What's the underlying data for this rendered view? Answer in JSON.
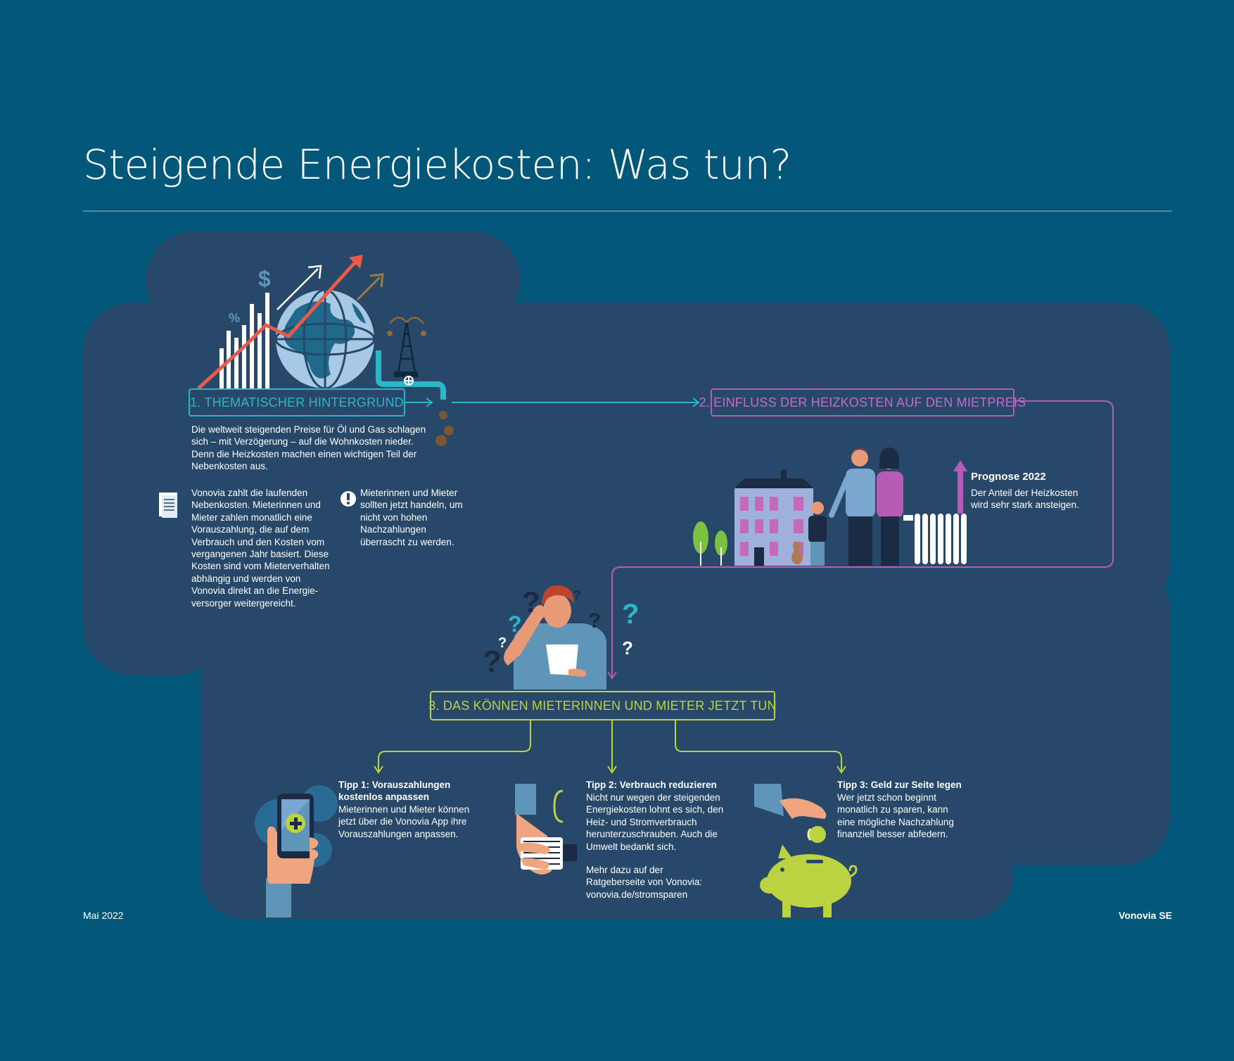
{
  "title": "Steigende Energiekosten: Was tun?",
  "colors": {
    "background": "#03587a",
    "panel": "#274869",
    "cyan": "#2bb7c8",
    "magenta": "#b65bb6",
    "lime": "#bcd341"
  },
  "section1": {
    "label": "1. THEMATISCHER HINTERGRUND",
    "intro": "Die weltweit steigenden Preise für Öl und Gas schlagen sich – mit Verzögerung – auf die Wohnkosten nieder. Denn die Heizkosten machen einen wichtigen Teil der Nebenkosten aus.",
    "note_left": "Vonovia zahlt die laufenden Nebenkosten. Mieterinnen und Mieter zahlen monatlich eine Vorauszahlung, die auf dem Verbrauch und den Kosten vom vergangenen Jahr basiert. Diese Kosten sind vom Mieterverhal­ten abhängig und werden von Vonovia direkt an die Energie­versorger weitergereicht.",
    "note_right": "Mieterinnen und Mieter sollten jetzt handeln, um nicht von hohen Nachzahlungen überrascht zu werden.",
    "dollar": "$",
    "percent": "%"
  },
  "section2": {
    "label": "2. EINFLUSS DER HEIZKOSTEN AUF DEN MIETPREIS",
    "forecast_title": "Prognose 2022",
    "forecast_text": "Der Anteil der Heizkosten wird sehr stark ansteigen."
  },
  "section3": {
    "label": "3. DAS KÖNNEN MIETERINNEN UND MIETER JETZT TUN",
    "tips": [
      {
        "title": "Tipp 1: Vorauszahlungen kostenlos anpassen",
        "text": "Mieterinnen und Mieter können jetzt über die Vonovia App ihre Vorauszahlungen anpassen."
      },
      {
        "title": "Tipp 2: Verbrauch reduzieren",
        "text": "Nicht nur wegen der steigenden Energiekosten lohnt es sich, den Heiz- und Stromverbrauch herunterzuschrauben. Auch die Umwelt bedankt sich.",
        "more": "Mehr dazu auf der Ratgeberseite von Vonovia: vonovia.de/stromsparen"
      },
      {
        "title": "Tipp 3: Geld zur Seite legen",
        "text": "Wer jetzt schon beginnt monatlich zu sparen, kann eine mögliche Nachzahlung finanziell besser abfedern."
      }
    ]
  },
  "question_mark": "?",
  "footer": {
    "date": "Mai 2022",
    "company": "Vonovia SE"
  }
}
